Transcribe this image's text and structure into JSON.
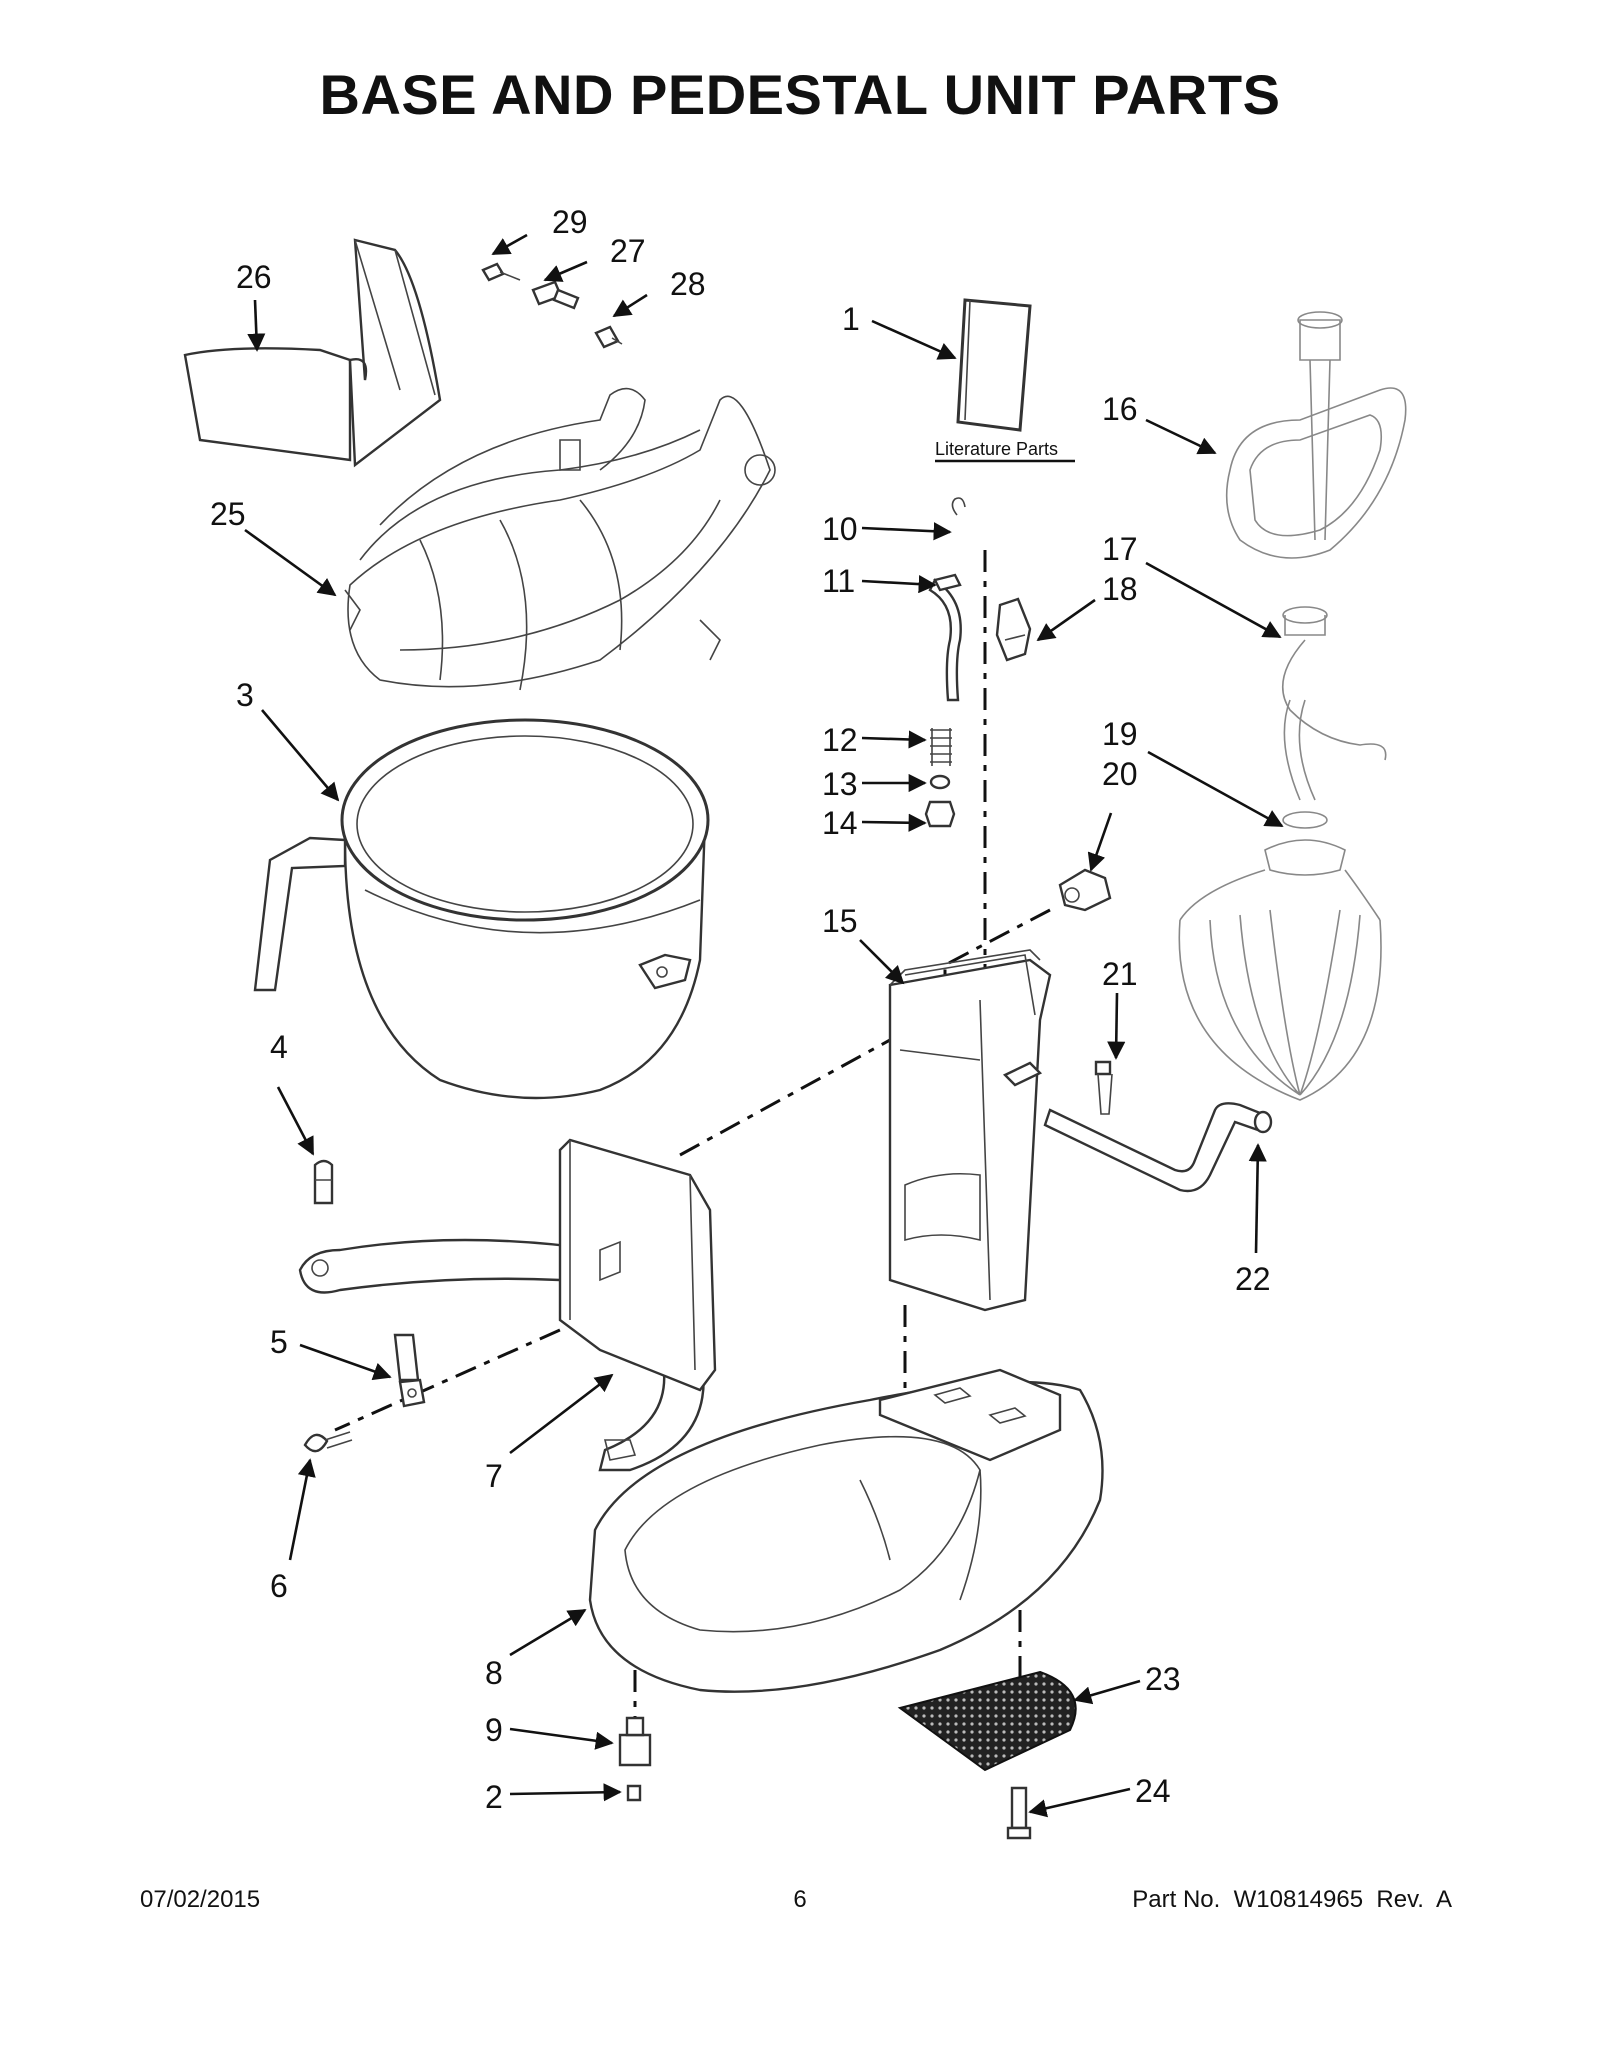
{
  "title": "BASE AND PEDESTAL UNIT PARTS",
  "literature_label": "Literature Parts",
  "footer": {
    "date": "07/02/2015",
    "page": "6",
    "part_no": "Part No.  W10814965  Rev.  A"
  },
  "callouts": [
    {
      "id": "c1",
      "label": "1"
    },
    {
      "id": "c2",
      "label": "2"
    },
    {
      "id": "c3",
      "label": "3"
    },
    {
      "id": "c4",
      "label": "4"
    },
    {
      "id": "c5",
      "label": "5"
    },
    {
      "id": "c6",
      "label": "6"
    },
    {
      "id": "c7",
      "label": "7"
    },
    {
      "id": "c8",
      "label": "8"
    },
    {
      "id": "c9",
      "label": "9"
    },
    {
      "id": "c10",
      "label": "10"
    },
    {
      "id": "c11",
      "label": "11"
    },
    {
      "id": "c12",
      "label": "12"
    },
    {
      "id": "c13",
      "label": "13"
    },
    {
      "id": "c14",
      "label": "14"
    },
    {
      "id": "c15",
      "label": "15"
    },
    {
      "id": "c16",
      "label": "16"
    },
    {
      "id": "c17",
      "label": "17"
    },
    {
      "id": "c18",
      "label": "18"
    },
    {
      "id": "c19",
      "label": "19"
    },
    {
      "id": "c20",
      "label": "20"
    },
    {
      "id": "c21",
      "label": "21"
    },
    {
      "id": "c22",
      "label": "22"
    },
    {
      "id": "c23",
      "label": "23"
    },
    {
      "id": "c24",
      "label": "24"
    },
    {
      "id": "c25",
      "label": "25"
    },
    {
      "id": "c26",
      "label": "26"
    },
    {
      "id": "c27",
      "label": "27"
    },
    {
      "id": "c28",
      "label": "28"
    },
    {
      "id": "c29",
      "label": "29"
    }
  ]
}
